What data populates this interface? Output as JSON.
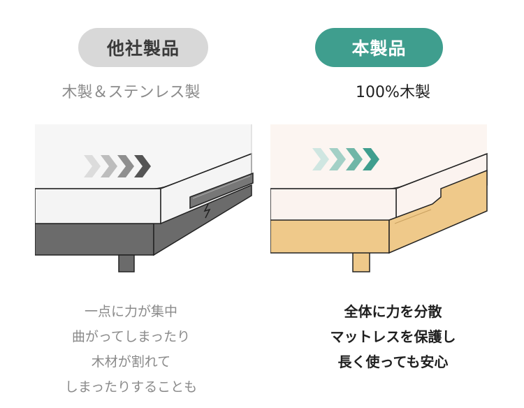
{
  "left": {
    "badge": "他社製品",
    "material": "木製＆ステンレス製",
    "description": [
      "一点に力が集中",
      "曲がってしまったり",
      "木材が割れて",
      "しまったりすることも"
    ]
  },
  "right": {
    "badge": "本製品",
    "material": "100%木製",
    "description": [
      "全体に力を分散",
      "マットレスを保護し",
      "長く使っても安心"
    ]
  },
  "colors": {
    "teal": "#3f9e8e",
    "badge_gray": "#d8d8d8",
    "frame_gray": "#6b6b6b",
    "wood": "#efc98a"
  },
  "icons": [
    "arrow-chevrons-icon"
  ]
}
